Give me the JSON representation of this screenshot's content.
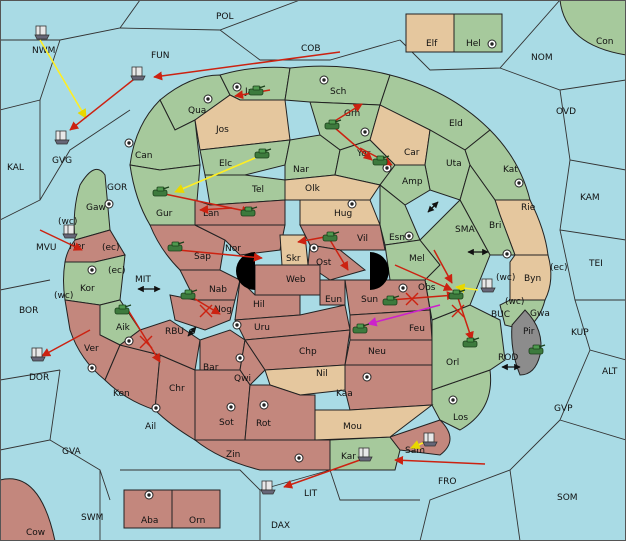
{
  "colors": {
    "sea": "#a9dbe5",
    "green_territory": "#a6c99c",
    "red_territory": "#c3877d",
    "tan_territory": "#e5c79e",
    "neutral_gray": "#8c8c8c",
    "army_green": "#3d7a3d",
    "order_red": "#cc2211",
    "order_yellow": "#ffee22",
    "order_magenta": "#cc22cc",
    "supply_center": "#ffffff"
  },
  "seas": {
    "pol": "POL",
    "cob": "COB",
    "nwm": "NWM",
    "fun": "FUN",
    "nom": "NOM",
    "con": "Con",
    "ovd": "OVD",
    "kal": "KAL",
    "gvg": "GVG",
    "kam": "KAM",
    "tei": "TEI",
    "gor": "GOR",
    "mvu": "MVU",
    "mit": "MIT",
    "sma": "SMA",
    "bor": "BOR",
    "rbu": "RBU",
    "buc": "BUC",
    "kup": "KUP",
    "dor": "DOR",
    "rod": "ROD",
    "alt": "ALT",
    "gvp": "GVP",
    "gva": "GVA",
    "fro": "FRO",
    "som": "SOM",
    "swm": "SWM",
    "lit": "LIT",
    "dax": "DAX",
    "cow": "Cow"
  },
  "coasts": {
    "wc_mvu": "(wc)",
    "ec_her": "(ec)",
    "ec_kor": "(ec)",
    "wc_kor": "(wc)",
    "wc_byn": "(wc)",
    "ec_byn": "(ec)",
    "wc_gwa": "(wc)"
  },
  "territories": {
    "elf": "Elf",
    "hel": "Hel",
    "jad": "Jad",
    "qua": "Qua",
    "sch": "Sch",
    "jos": "Jos",
    "grh": "Grh",
    "eld": "Eld",
    "can": "Can",
    "car": "Car",
    "yor": "Yor",
    "uta": "Uta",
    "kat": "Kat",
    "elc": "Elc",
    "nar": "Nar",
    "amp": "Amp",
    "tel": "Tel",
    "olk": "Olk",
    "gaw": "Gaw",
    "gur": "Gur",
    "lan": "Lan",
    "hug": "Hug",
    "rie": "Rie",
    "bri": "Bri",
    "esm": "Esm",
    "her": "Her",
    "sap": "Sap",
    "nor": "Nor",
    "skr": "Skr",
    "vil": "Vil",
    "mel": "Mel",
    "ost": "Ost",
    "web": "Web",
    "byn": "Byn",
    "kor": "Kor",
    "nab": "Nab",
    "eun": "Eun",
    "sun": "Sun",
    "obs": "Obs",
    "hil": "Hil",
    "gwa": "Gwa",
    "nog": "Nog",
    "pir": "Pir",
    "aik": "Aik",
    "uru": "Uru",
    "feu": "Feu",
    "chp": "Chp",
    "neu": "Neu",
    "ver": "Ver",
    "bar": "Bar",
    "orl": "Orl",
    "qwi": "Qwi",
    "nil": "Nil",
    "ken": "Ken",
    "chr": "Chr",
    "kaa": "Kaa",
    "ail": "Ail",
    "sot": "Sot",
    "rot": "Rot",
    "los": "Los",
    "mou": "Mou",
    "zin": "Zin",
    "sam": "Sam",
    "kar": "Kar",
    "aba": "Aba",
    "orn": "Orn"
  },
  "units": {
    "armies": [
      "Jad",
      "Grh",
      "Yor",
      "Elc",
      "Gur",
      "Lan",
      "Sap",
      "Vil",
      "Nab",
      "Aik",
      "Obs",
      "Sun",
      "Feu",
      "Orl",
      "Pir"
    ],
    "fleets": [
      "NWM",
      "FUN",
      "GVG",
      "MVU",
      "DOR",
      "LIT",
      "BUC",
      "Kar",
      "Sam"
    ]
  }
}
